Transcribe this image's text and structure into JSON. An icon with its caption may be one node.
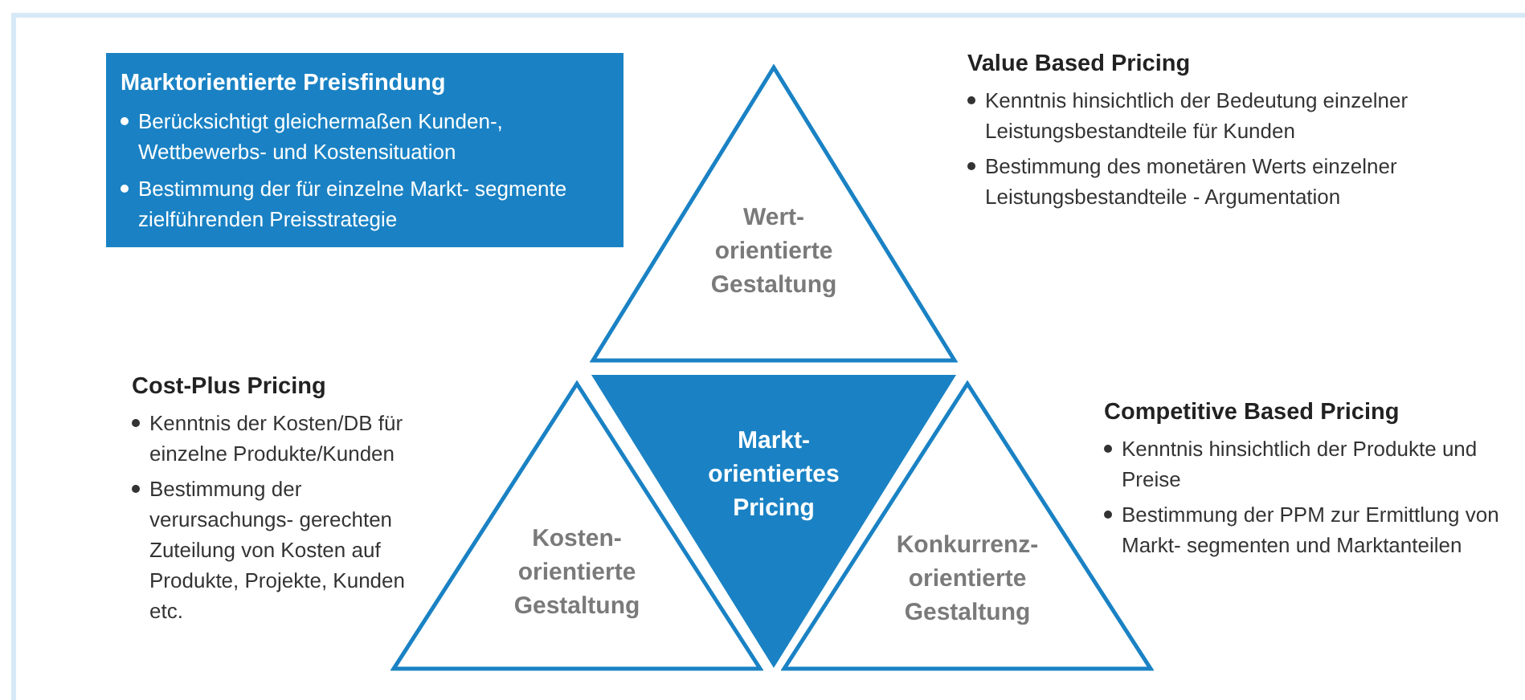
{
  "diagram": {
    "nodes": [
      {
        "text": [
          "Marktorientierte Preisfindung",
          "Berücksichtigt gleichermaßen Kunden-, Wettbewerbs- und Kostensituation",
          "Bestimmung der für einzelne Markt- segmente zielführenden Preisstrategie"
        ]
      },
      {
        "text": [
          "Wert- orientierte Gestaltung"
        ]
      },
      {
        "text": [
          "Markt- orientiertes Pricing"
        ]
      },
      {
        "text": [
          "Kosten- orientierte Gestaltung"
        ]
      },
      {
        "text": [
          "Konkurrenz- orientierte Gestaltung"
        ]
      }
    ],
    "labels": [
      "Value Based Pricing",
      "Kenntnis hinsichtlich der Bedeutung einzelner Leistungsbestandteile für Kunden",
      "Bestimmung des monetären Werts einzelner Leistungsbestandteile - Argumentation",
      "Cost-Plus Pricing",
      "Kenntnis der Kosten/DB für einzelne Produkte/Kunden",
      "Bestimmung der verursachungs- gerechten Zuteilung von Kosten auf Produkte, Projekte, Kunden etc.",
      "Competitive Based Pricing",
      "Kenntnis hinsichtlich der Produkte und Preise",
      "Bestimmung der PPM zur Ermittlung von Markt- segmenten und Marktanteilen"
    ]
  }
}
